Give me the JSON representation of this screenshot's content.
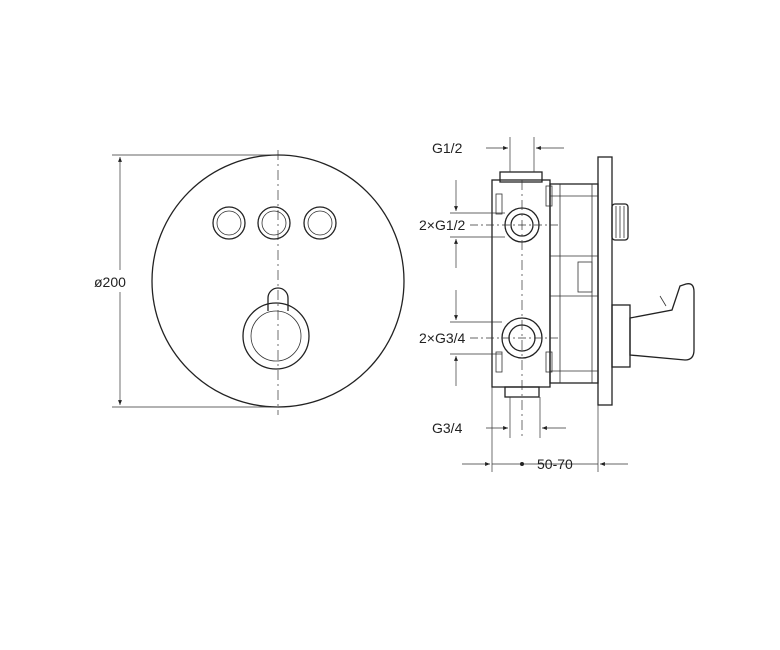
{
  "labels": {
    "diameter": "ø200",
    "inlet_top": "G1/2",
    "ports_upper": "2×G1/2",
    "ports_lower": "2×G3/4",
    "outlet_bottom": "G3/4",
    "depth_range": "50-70"
  },
  "colors": {
    "line": "#222222",
    "background": "#ffffff"
  }
}
